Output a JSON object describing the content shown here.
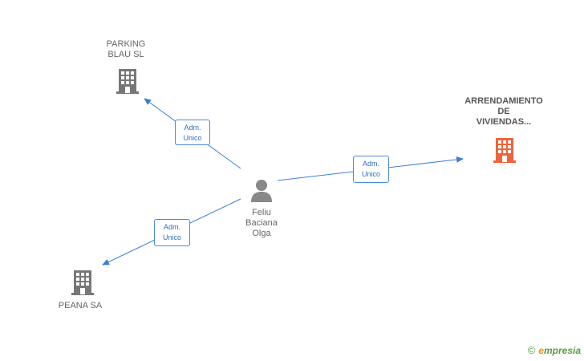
{
  "nodes": {
    "parking": {
      "line1": "PARKING",
      "line2": "BLAU SL"
    },
    "arrendamiento": {
      "line1": "ARRENDAMIENTO",
      "line2": "DE",
      "line3": "VIVIENDAS..."
    },
    "peana": {
      "line1": "PEANA SA"
    },
    "person": {
      "line1": "Feliu",
      "line2": "Baciana",
      "line3": "Olga"
    }
  },
  "edges": [
    {
      "line1": "Adm.",
      "line2": "Unico"
    },
    {
      "line1": "Adm.",
      "line2": "Unico"
    },
    {
      "line1": "Adm.",
      "line2": "Unico"
    }
  ],
  "branding": {
    "copyright": "©",
    "e": "e",
    "rest": "mpresia"
  },
  "colors": {
    "edge": "#3a80d6",
    "company": "#777777",
    "focus_company": "#f0643a",
    "person": "#888888"
  }
}
